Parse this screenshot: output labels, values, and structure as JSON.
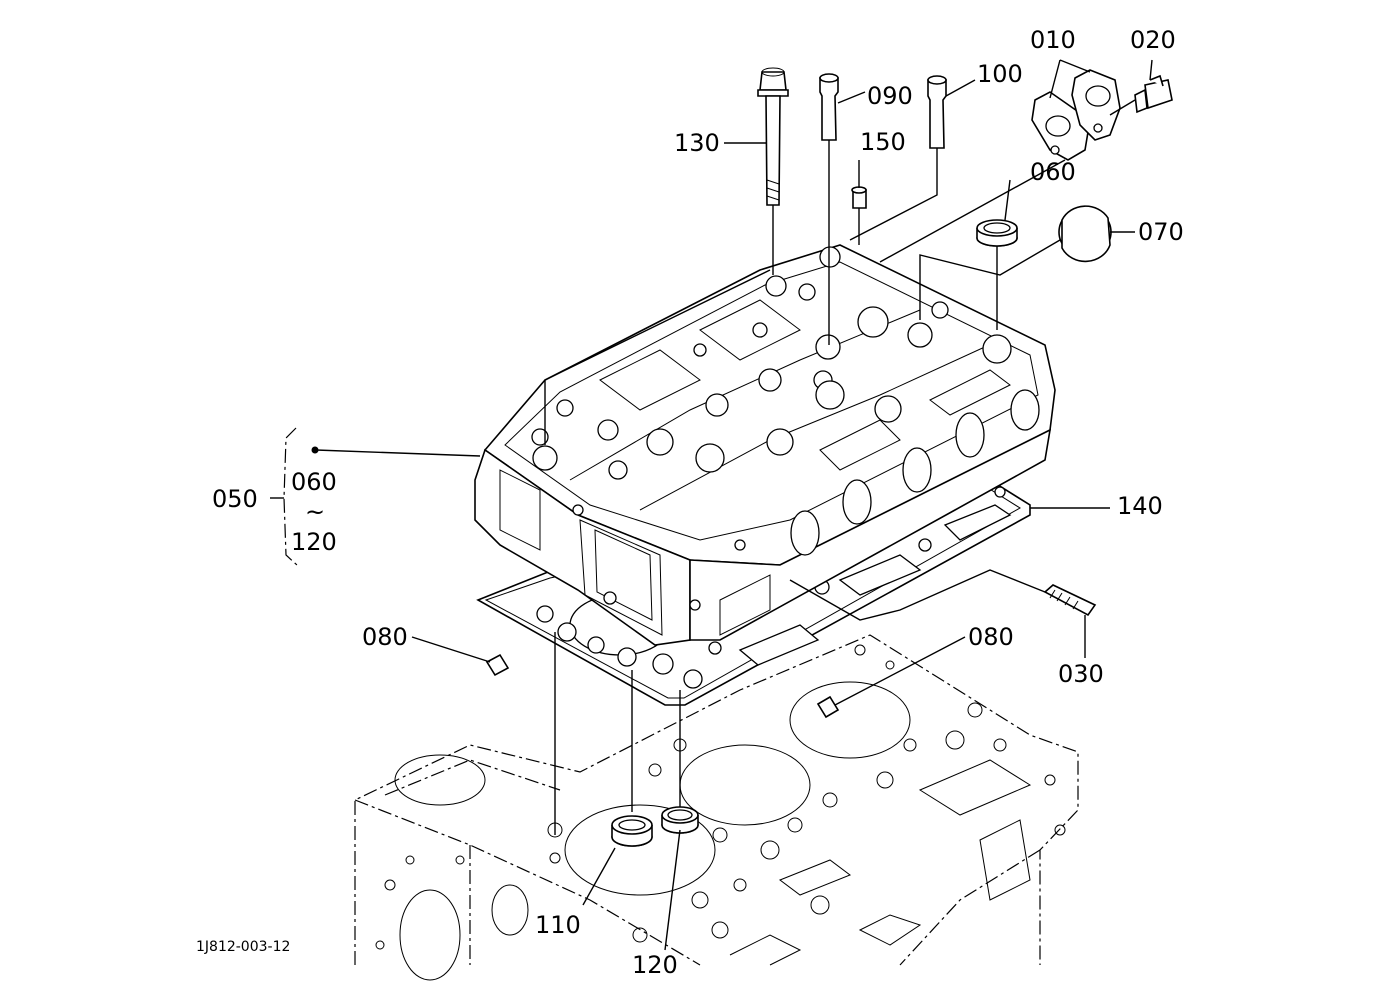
{
  "diagram": {
    "reference_code": "1J812-003-12",
    "labels": {
      "p010": "010",
      "p020": "020",
      "p030": "030",
      "p050": "050",
      "p060_top": "060",
      "p060_range": "060",
      "range_sep": "~",
      "p120_range": "120",
      "p070": "070",
      "p080_left": "080",
      "p080_right": "080",
      "p090": "090",
      "p100": "100",
      "p110": "110",
      "p120": "120",
      "p130": "130",
      "p140": "140",
      "p150": "150"
    }
  }
}
